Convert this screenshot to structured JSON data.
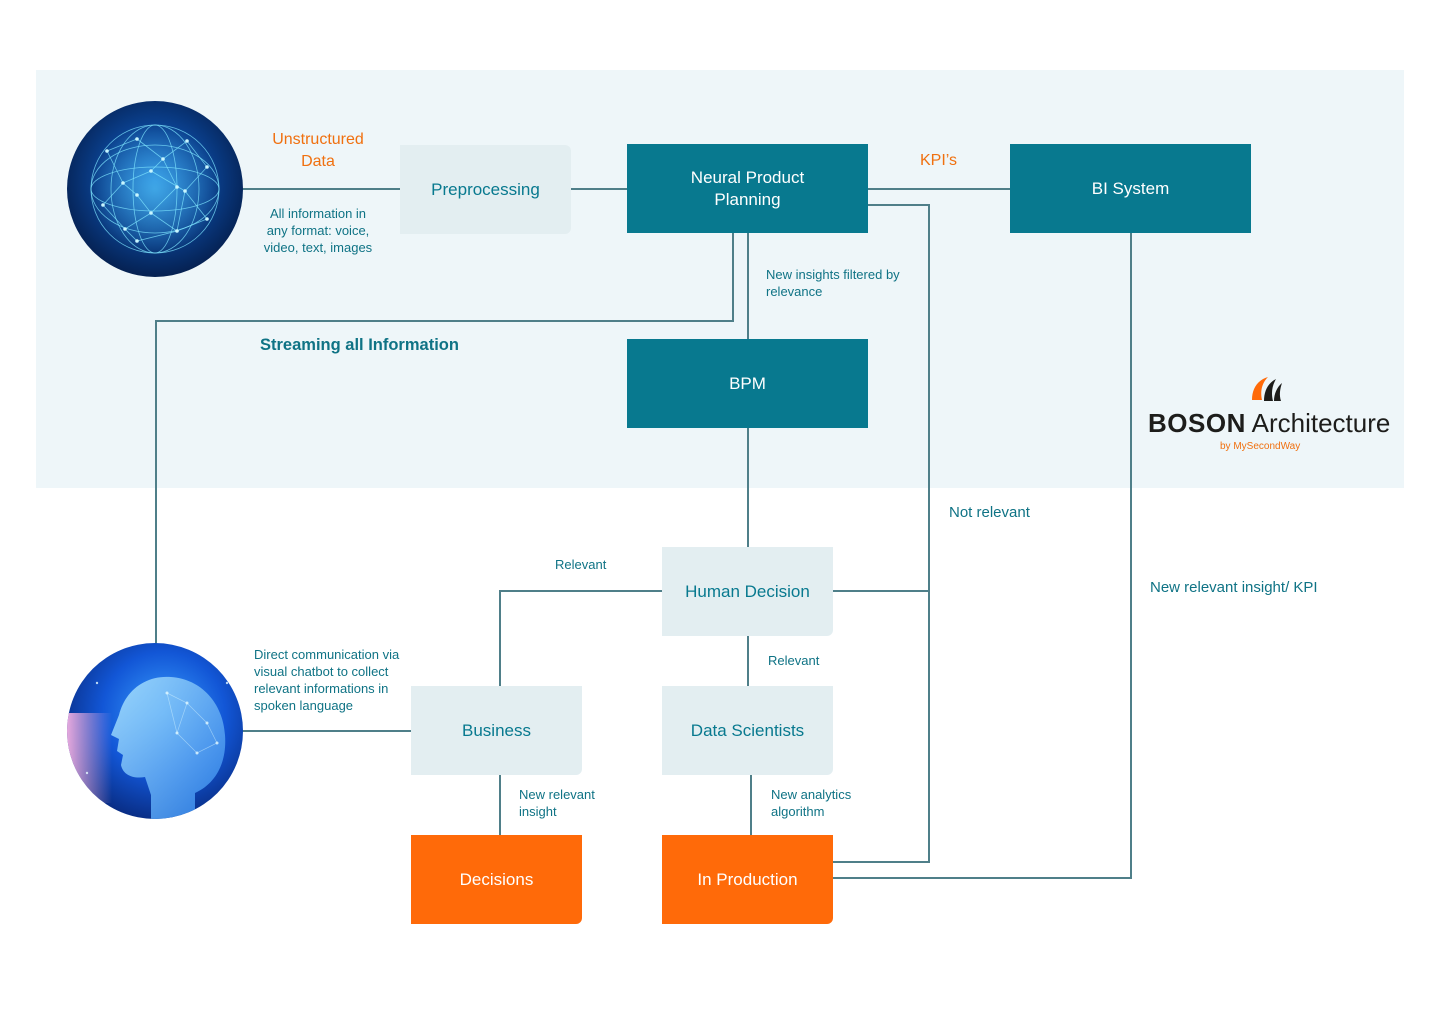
{
  "colors": {
    "panel": "#eef6f9",
    "teal": "#08798f",
    "light_box": "#e3eef1",
    "orange": "#ff6a09",
    "line": "#4f7f89",
    "text_teal": "#0f7385",
    "text_orange": "#f0700f"
  },
  "icons": {
    "globe": "network-globe-icon",
    "head": "digital-head-icon",
    "logo": "boson-swoosh-icon"
  },
  "nodes": {
    "preprocessing": "Preprocessing",
    "neural_product_planning": "Neural Product Planning",
    "bi_system": "BI System",
    "bpm": "BPM",
    "human_decision": "Human Decision",
    "business": "Business",
    "data_scientists": "Data Scientists",
    "decisions": "Decisions",
    "in_production": "In Production"
  },
  "labels": {
    "unstructured_data": "Unstructured Data",
    "all_information": "All information in any format: voice, video, text, images",
    "kpis": "KPI’s",
    "new_insights_filtered": "New insights filtered by relevance",
    "streaming": "Streaming all Information",
    "not_relevant": "Not relevant",
    "relevant_left": "Relevant",
    "relevant_down": "Relevant",
    "new_relevant_insight_kpi": "New relevant insight/ KPI",
    "direct_communication": "Direct communication via visual chatbot to collect relevant informations in spoken language",
    "new_relevant_insight": "New relevant insight",
    "new_analytics_algorithm": "New analytics algorithm"
  },
  "brand": {
    "name_bold": "BOSON",
    "name_regular": "Architecture",
    "byline": "by MySecondWay"
  }
}
